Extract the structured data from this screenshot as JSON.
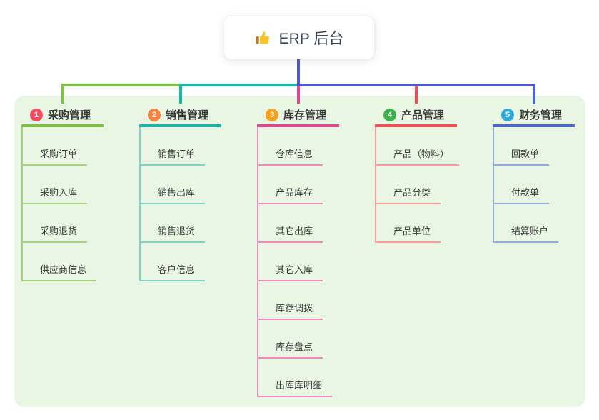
{
  "root": {
    "label": "ERP 后台",
    "icon": "thumbs-up-icon"
  },
  "colors": {
    "trunk": "#5059cb",
    "panel_bg": "#e8f6e3",
    "root_text": "#3c4354"
  },
  "branches": [
    {
      "index": "1",
      "label": "采购管理",
      "badge_color": "#f5495e",
      "line_color": "#7fc241",
      "child_line_color": "#a9d37f",
      "children": [
        "采购订单",
        "采购入库",
        "采购退货",
        "供应商信息"
      ]
    },
    {
      "index": "2",
      "label": "销售管理",
      "badge_color": "#f8833c",
      "line_color": "#19b8a6",
      "child_line_color": "#7fd3c6",
      "children": [
        "销售订单",
        "销售出库",
        "销售退货",
        "客户信息"
      ]
    },
    {
      "index": "3",
      "label": "库存管理",
      "badge_color": "#f9a21d",
      "line_color": "#e0458d",
      "child_line_color": "#ee8abd",
      "children": [
        "仓库信息",
        "产品库存",
        "其它出库",
        "其它入库",
        "库存调拨",
        "库存盘点",
        "出库库明细"
      ]
    },
    {
      "index": "4",
      "label": "产品管理",
      "badge_color": "#3bb34a",
      "line_color": "#f44d57",
      "child_line_color": "#f89ba0",
      "children": [
        "产品（物料）",
        "产品分类",
        "产品单位"
      ]
    },
    {
      "index": "5",
      "label": "财务管理",
      "badge_color": "#2fa9dc",
      "line_color": "#4e66cf",
      "child_line_color": "#94a9e0",
      "children": [
        "回款单",
        "付款单",
        "结算账户"
      ]
    }
  ]
}
